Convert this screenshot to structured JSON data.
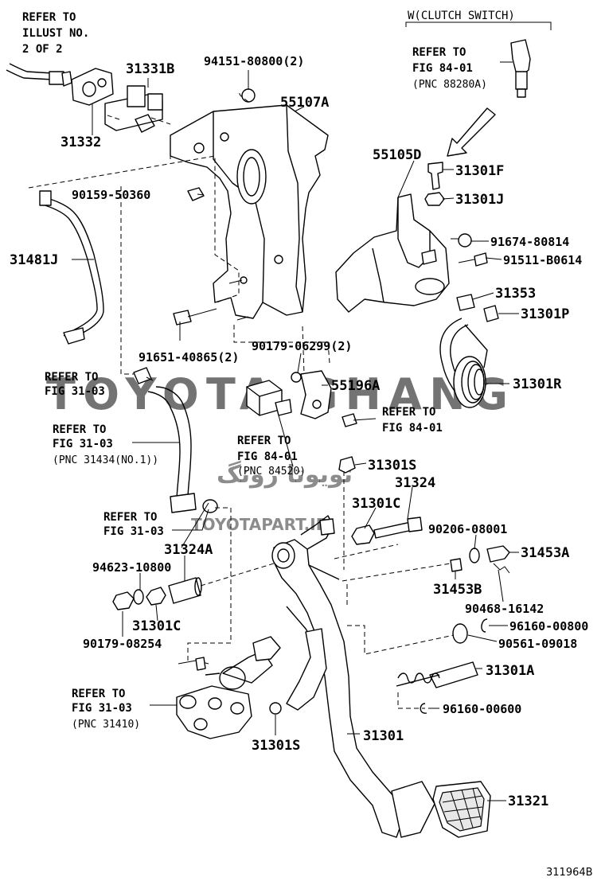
{
  "watermark": {
    "main": "TOYOTA GHANG",
    "url": "TOYOTAPART.IR",
    "persian": "تویوتا رونگ",
    "color": "#f07878"
  },
  "header": {
    "variant": "W(CLUTCH SWITCH)"
  },
  "refs": {
    "illust": [
      "REFER TO",
      "ILLUST NO.",
      "2 OF 2"
    ],
    "fig8401_top": [
      "REFER TO",
      "FIG 84-01",
      "(PNC 88280A)"
    ],
    "fig3103_a": [
      "REFER TO",
      "FIG 31-03"
    ],
    "fig3103_b": [
      "REFER TO",
      "FIG 31-03",
      "(PNC 31434(NO.1))"
    ],
    "fig8401_mid": [
      "REFER TO",
      "FIG 84-01"
    ],
    "fig8401_sw": [
      "REFER TO",
      "FIG 84-01",
      "(PNC 84520)"
    ],
    "fig3103_c": [
      "REFER TO",
      "FIG 31-03"
    ],
    "fig3103_d": [
      "REFER TO",
      "FIG 31-03",
      "(PNC 31410)"
    ]
  },
  "parts": {
    "p31331B": "31331B",
    "p94151": "94151-80800(2)",
    "p55107A": "55107A",
    "p31332": "31332",
    "p90159": "90159-50360",
    "p31481J": "31481J",
    "p91651": "91651-40865(2)",
    "p90179a": "90179-06299(2)",
    "p55196A": "55196A",
    "p55105D": "55105D",
    "p31301F": "31301F",
    "p31301J": "31301J",
    "p91674": "91674-80814",
    "p91511": "91511-B0614",
    "p31353": "31353",
    "p31301P": "31301P",
    "p31301R": "31301R",
    "p31301S_top": "31301S",
    "p31324": "31324",
    "p31301C_top": "31301C",
    "p90206": "90206-08001",
    "p31453A": "31453A",
    "p31453B": "31453B",
    "p90468": "90468-16142",
    "p31324A": "31324A",
    "p94623": "94623-10800",
    "p31301C_bot": "31301C",
    "p90179b": "90179-08254",
    "p96160a": "96160-00800",
    "p90561": "90561-09018",
    "p31301A": "31301A",
    "p96160b": "96160-00600",
    "p31301S_bot": "31301S",
    "p31301": "31301",
    "p31321": "31321"
  },
  "footer": {
    "code": "311964B"
  }
}
